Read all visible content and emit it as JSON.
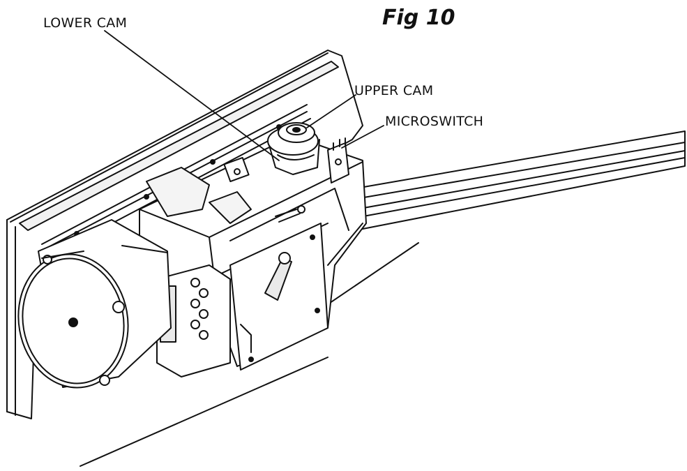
{
  "figure": {
    "title": "Fig 10"
  },
  "callouts": {
    "lower_cam": "LOWER CAM",
    "upper_cam": "UPPER CAM",
    "microswitch": "MICROSWITCH"
  },
  "colors": {
    "ink": "#111111",
    "paper": "#ffffff",
    "shade": "#e9e9e9"
  }
}
